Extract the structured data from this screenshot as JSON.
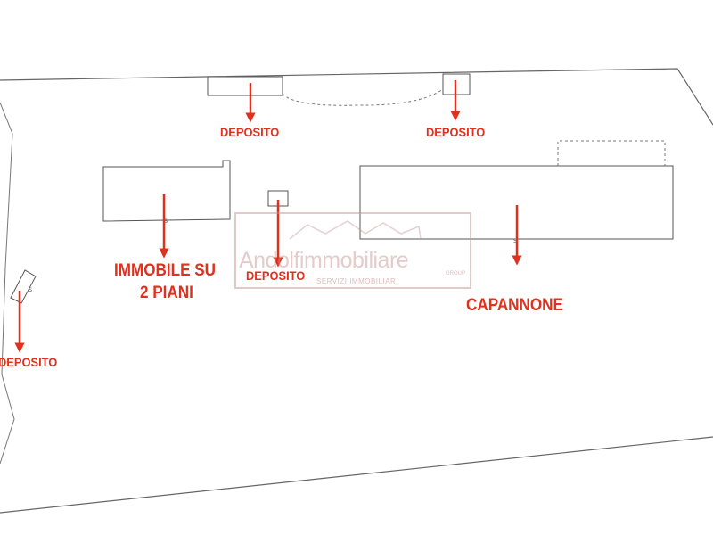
{
  "labels": {
    "deposito_1": "DEPOSITO",
    "deposito_2": "DEPOSITO",
    "deposito_3": "DEPOSITO",
    "deposito_4": "DEPOSITO",
    "immobile_line1": "IMMOBILE SU",
    "immobile_line2": "2 PIANI",
    "capannone": "CAPANNONE"
  },
  "watermark": {
    "brand": "Andolfimmobiliare",
    "tagline": "SERVIZI IMMOBILIARI",
    "group": "GROUP"
  },
  "colors": {
    "annotation": "#e0301e",
    "linework": "#555555",
    "watermark": "#c89696"
  }
}
